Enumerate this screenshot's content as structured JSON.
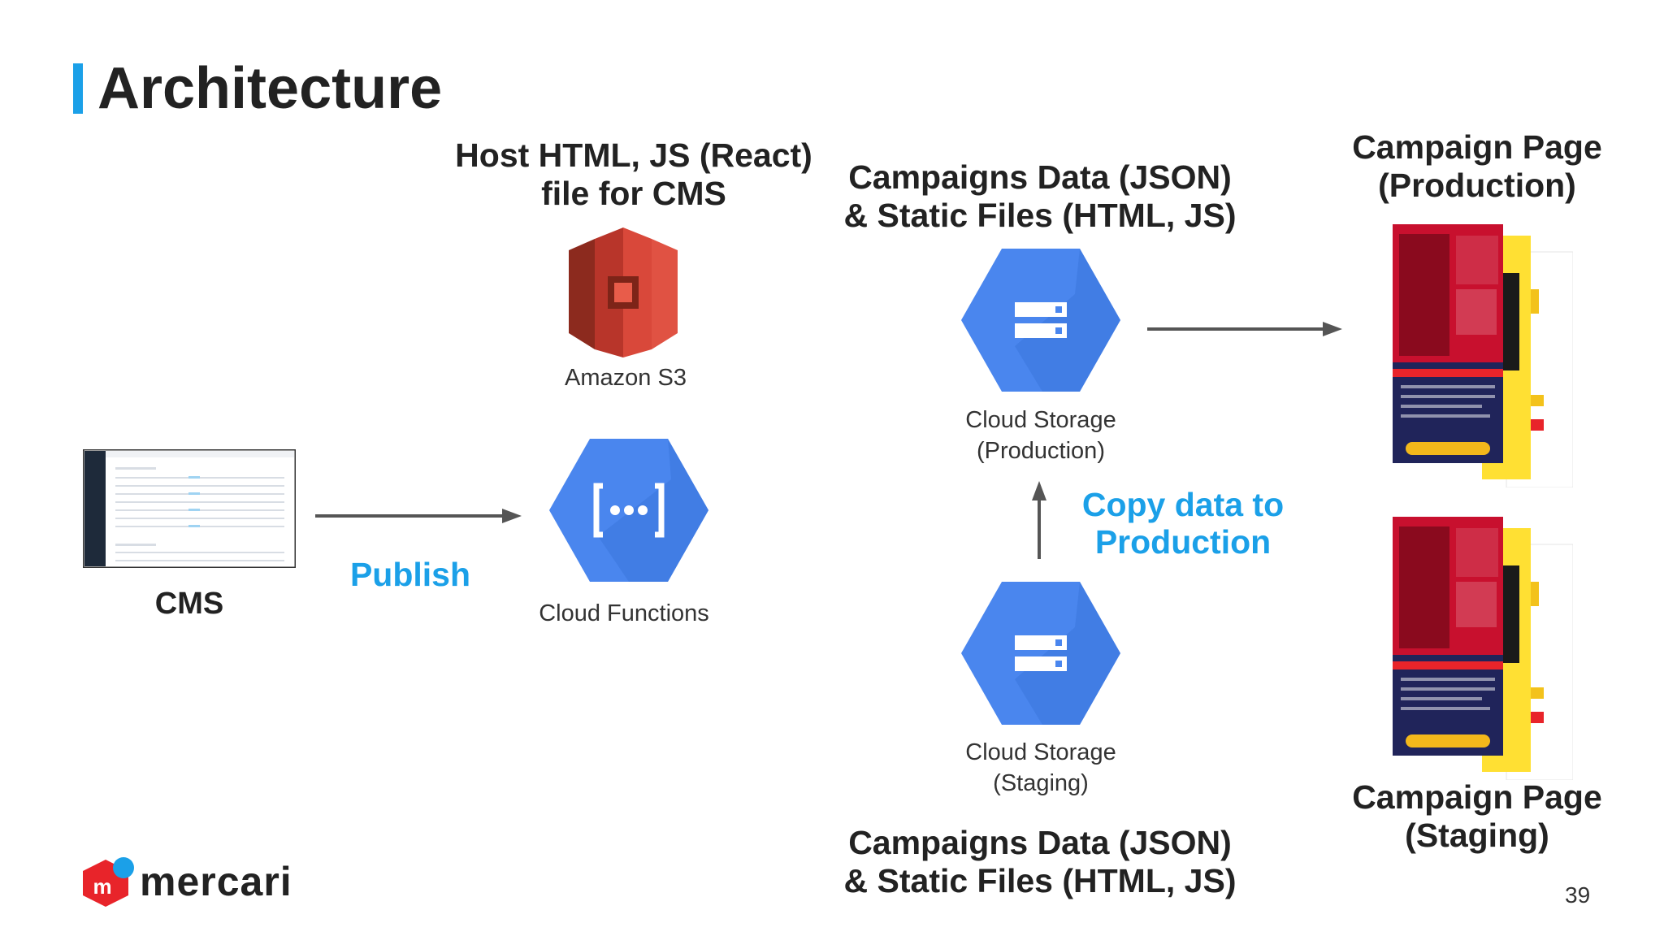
{
  "slide": {
    "title": "Architecture",
    "page_number": "39",
    "accent_color": "#1ba0e8"
  },
  "cms": {
    "label": "CMS"
  },
  "publish": {
    "label": "Publish"
  },
  "s3": {
    "heading_line1": "Host HTML, JS (React)",
    "heading_line2": "file for CMS",
    "label": "Amazon S3",
    "icon": "amazon-s3-icon",
    "color": "#cc3a2a"
  },
  "functions": {
    "label": "Cloud Functions",
    "icon": "cloud-functions-icon",
    "color": "#4285f4"
  },
  "storage_production": {
    "heading_line1": "Campaigns Data (JSON)",
    "heading_line2": "& Static Files (HTML, JS)",
    "label_line1": "Cloud Storage",
    "label_line2": "(Production)",
    "icon": "cloud-storage-icon"
  },
  "storage_staging": {
    "heading_line1": "Campaigns Data (JSON)",
    "heading_line2": "& Static Files (HTML, JS)",
    "label_line1": "Cloud Storage",
    "label_line2": "(Staging)",
    "icon": "cloud-storage-icon"
  },
  "copy": {
    "line1": "Copy data to",
    "line2": "Production"
  },
  "campaign_production": {
    "heading_line1": "Campaign Page",
    "heading_line2": "(Production)"
  },
  "campaign_staging": {
    "heading_line1": "Campaign Page",
    "heading_line2": "(Staging)"
  },
  "brand": {
    "name": "mercari",
    "logo_letter": "m",
    "logo_color": "#e8242a",
    "dot_color": "#1ba0e8"
  }
}
